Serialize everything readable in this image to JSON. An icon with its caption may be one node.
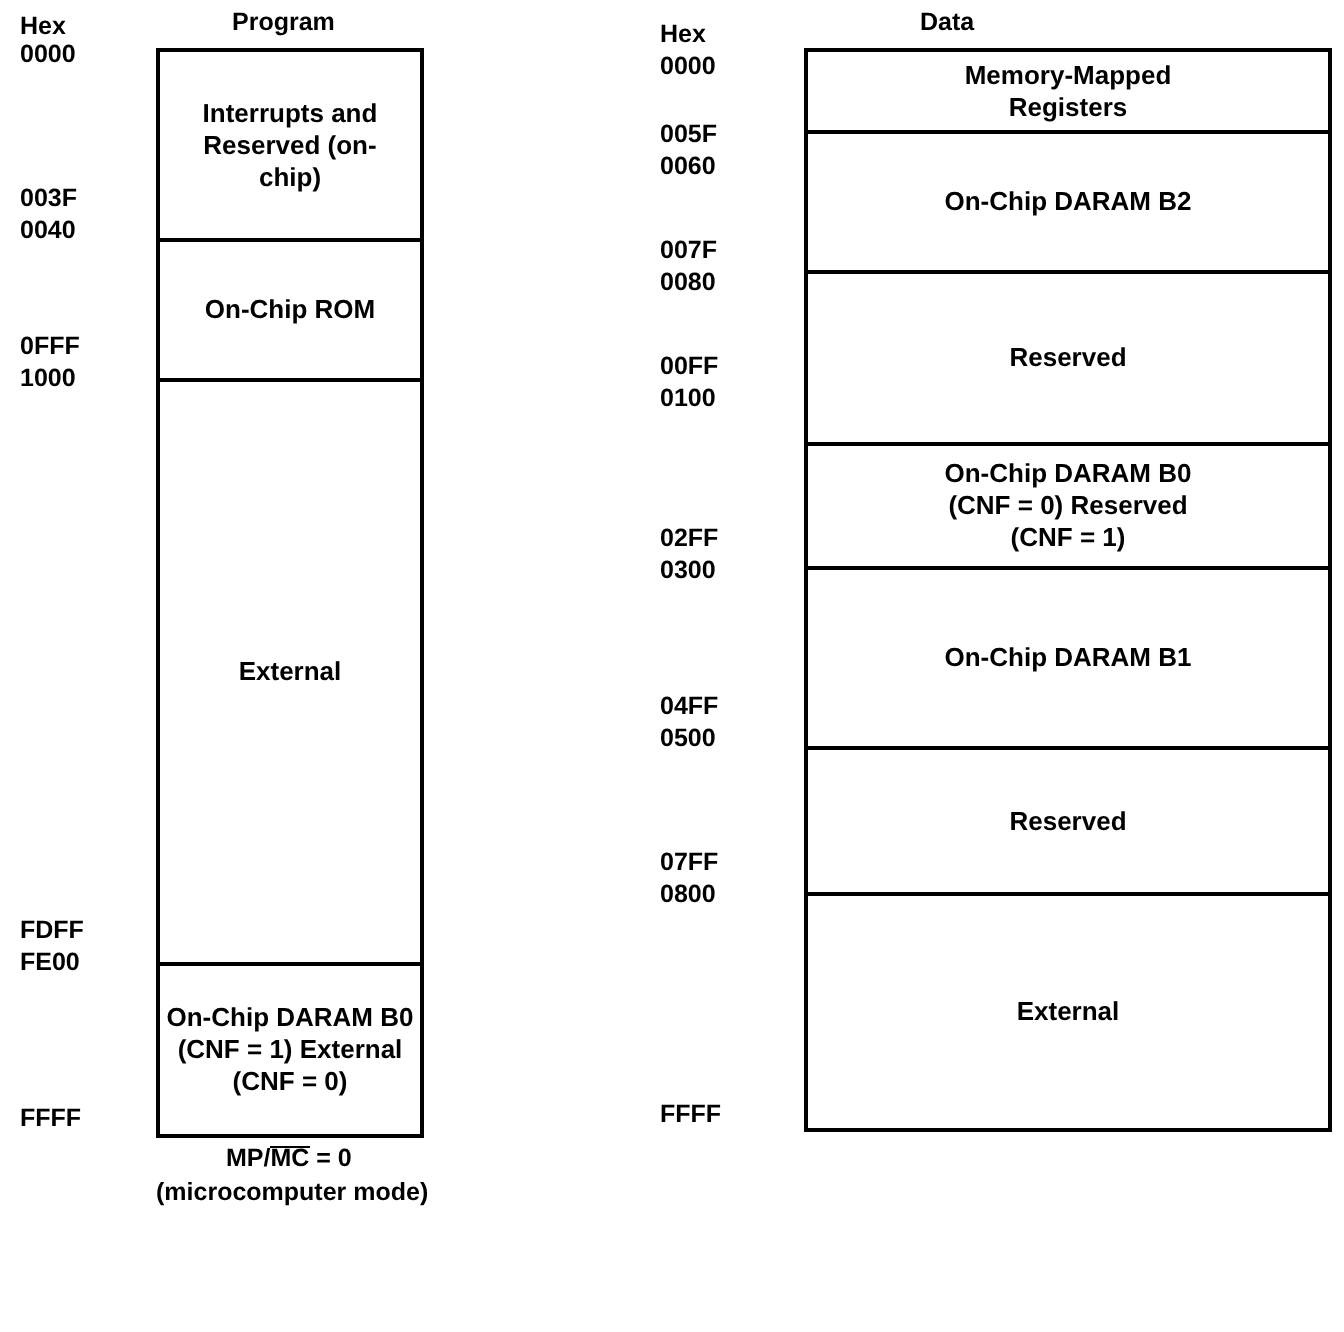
{
  "diagram": {
    "nodes": [
      {
        "text": [
          "Interrupts and Reserved (on-chip)"
        ]
      },
      {
        "text": [
          "On-Chip ROM"
        ]
      },
      {
        "text": [
          "External"
        ]
      },
      {
        "text": [
          "On-Chip DARAM B0 (CNF = 1) External (CNF = 0)"
        ]
      },
      {
        "text": [
          "Memory-Mapped Registers"
        ]
      },
      {
        "text": [
          "On-Chip DARAM B2"
        ]
      },
      {
        "text": [
          "Reserved"
        ]
      },
      {
        "text": [
          "On-Chip DARAM B0 (CNF = 0) Reserved (CNF = 1)"
        ]
      },
      {
        "text": [
          "On-Chip DARAM B1"
        ]
      },
      {
        "text": [
          "Reserved"
        ]
      },
      {
        "text": [
          "External"
        ]
      }
    ],
    "labels": [
      "Hex",
      "Program",
      "0000",
      "003F",
      "0040",
      "0FFF",
      "1000",
      "FDFF",
      "FE00",
      "FFFF",
      "MP/MC = 0",
      "(microcomputer mode)",
      "Hex",
      "Data",
      "0000",
      "005F",
      "0060",
      "007F",
      "0080",
      "00FF",
      "0100",
      "02FF",
      "0300",
      "04FF",
      "0500",
      "07FF",
      "0800",
      "FFFF"
    ]
  }
}
